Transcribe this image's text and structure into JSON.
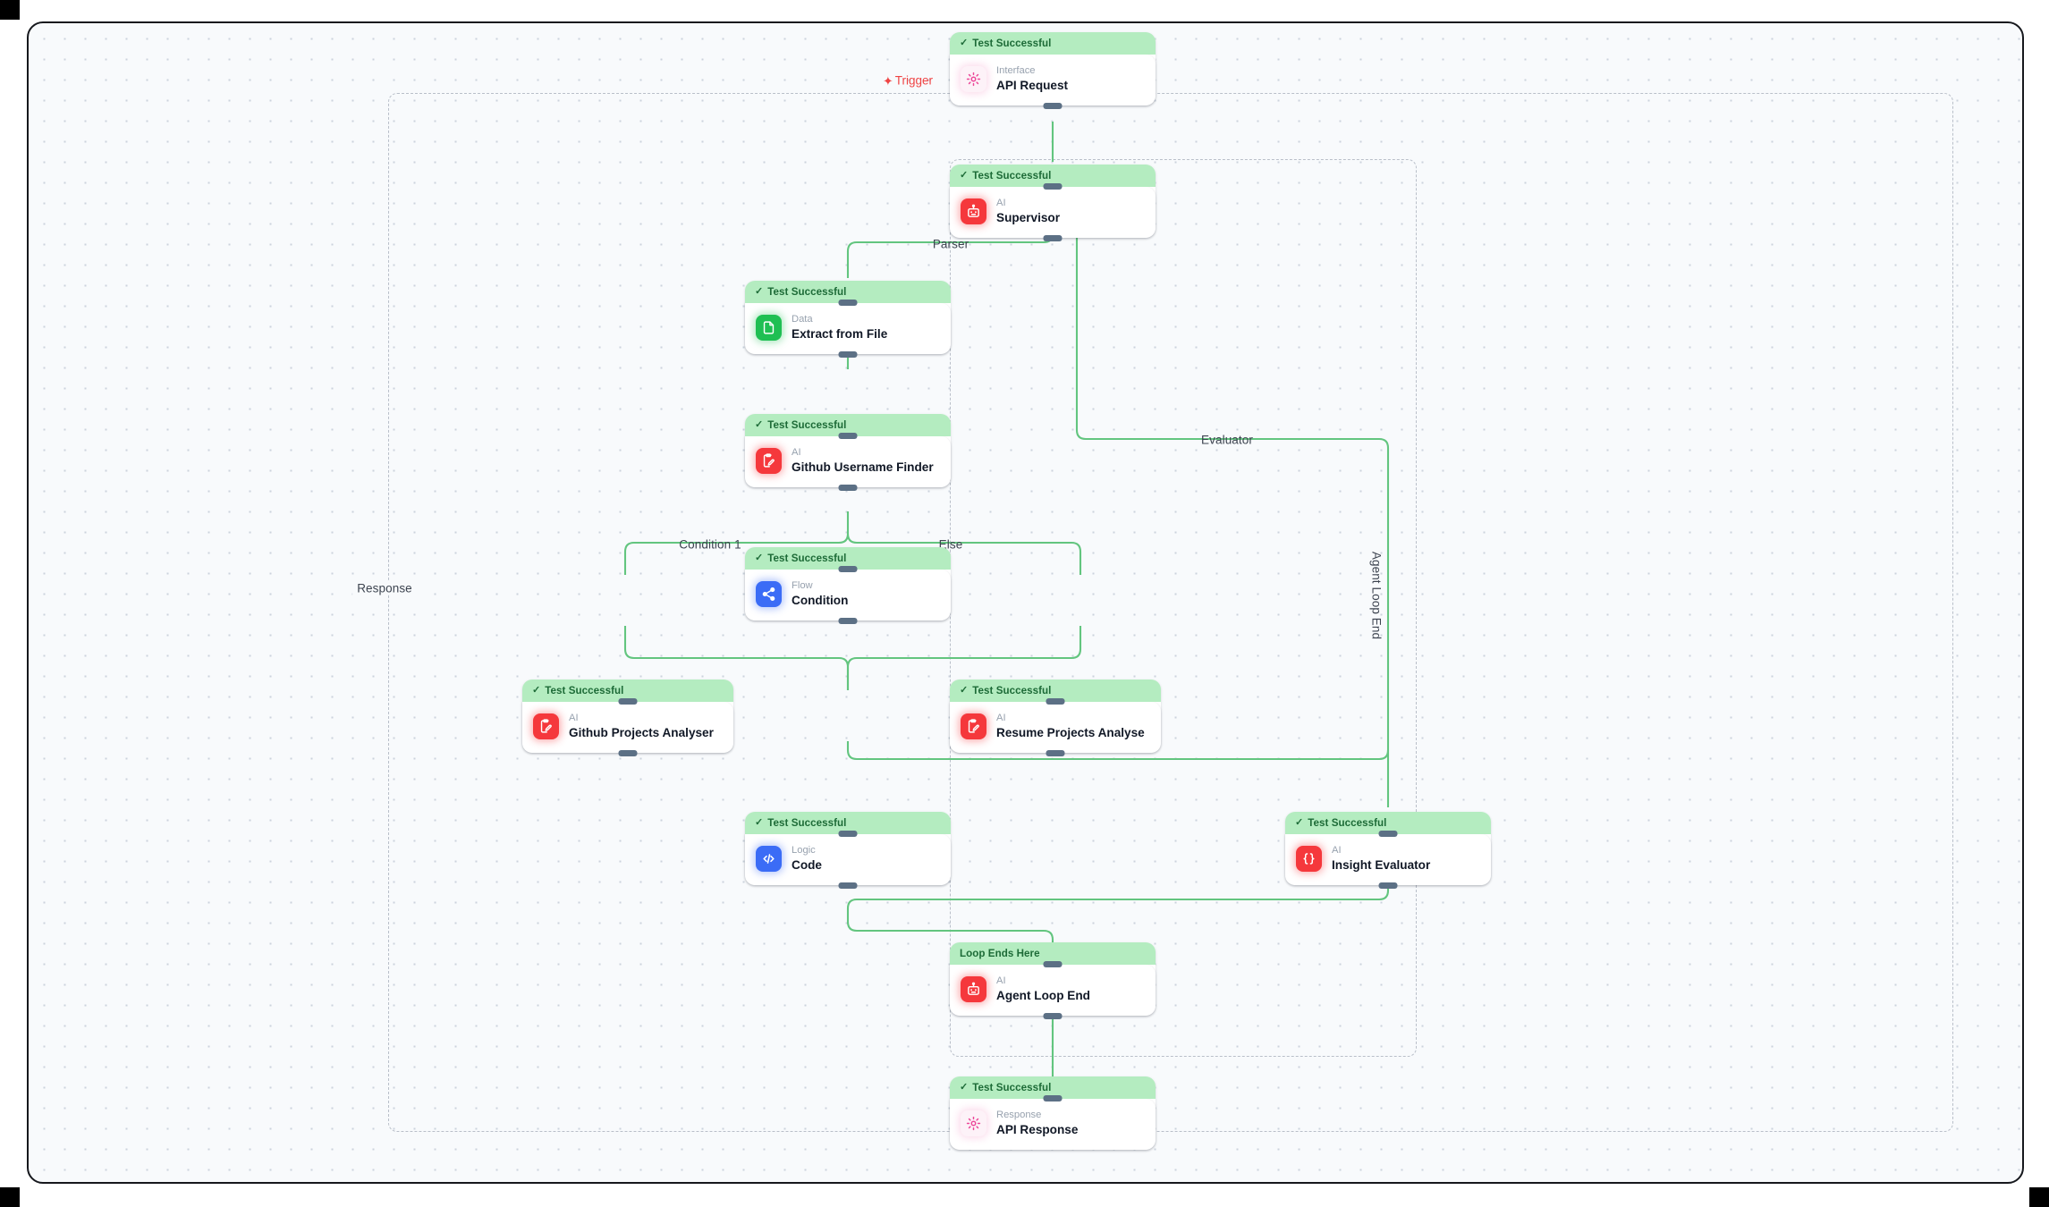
{
  "canvas": {
    "status_label_default": "Test Successful",
    "tick_glyph": "✓"
  },
  "trigger": {
    "label": "Trigger",
    "bolt_glyph": "✦",
    "color": "#ef4444"
  },
  "nodes": [
    {
      "id": "api-request",
      "status": "Test Successful",
      "type": "Interface",
      "title": "API Request",
      "icon": "gear-pink-icon",
      "icon_style": "pink"
    },
    {
      "id": "supervisor",
      "status": "Test Successful",
      "type": "AI",
      "title": "Supervisor",
      "icon": "robot-icon",
      "icon_style": "red"
    },
    {
      "id": "extract-from-file",
      "status": "Test Successful",
      "type": "Data",
      "title": "Extract from File",
      "icon": "file-document-icon",
      "icon_style": "green"
    },
    {
      "id": "github-username-finder",
      "status": "Test Successful",
      "type": "AI",
      "title": "Github Username Finder",
      "icon": "clipboard-pencil-icon",
      "icon_style": "red"
    },
    {
      "id": "condition",
      "status": "Test Successful",
      "type": "Flow",
      "title": "Condition",
      "icon": "branch-share-icon",
      "icon_style": "blue"
    },
    {
      "id": "github-projects-analyser",
      "status": "Test Successful",
      "type": "AI",
      "title": "Github Projects Analyser",
      "icon": "clipboard-pencil-icon",
      "icon_style": "red"
    },
    {
      "id": "resume-projects-analyse",
      "status": "Test Successful",
      "type": "AI",
      "title": "Resume Projects Analyse",
      "icon": "clipboard-pencil-icon",
      "icon_style": "red"
    },
    {
      "id": "code",
      "status": "Test Successful",
      "type": "Logic",
      "title": "Code",
      "icon": "code-brackets-icon",
      "icon_style": "blue"
    },
    {
      "id": "insight-evaluator",
      "status": "Test Successful",
      "type": "AI",
      "title": "Insight Evaluator",
      "icon": "curly-braces-icon",
      "icon_style": "red"
    },
    {
      "id": "agent-loop-end",
      "status": "Loop Ends Here",
      "type": "AI",
      "title": "Agent Loop End",
      "icon": "robot-icon",
      "icon_style": "red"
    },
    {
      "id": "api-response",
      "status": "Test Successful",
      "type": "Response",
      "title": "API Response",
      "icon": "gear-pink-icon",
      "icon_style": "pink"
    }
  ],
  "edge_labels": {
    "parser": "Parser",
    "evaluator": "Evaluator",
    "agent_loop_end": "Agent Loop End",
    "condition_1": "Condition 1",
    "else": "Else",
    "response": "Response"
  },
  "colors": {
    "edge": "#63c57f",
    "status_bg": "#b4ecc0",
    "status_text": "#1d6b37",
    "canvas_bg": "#f8fafc",
    "dashed_border": "#b9bfc9",
    "handle": "#5c7085"
  }
}
